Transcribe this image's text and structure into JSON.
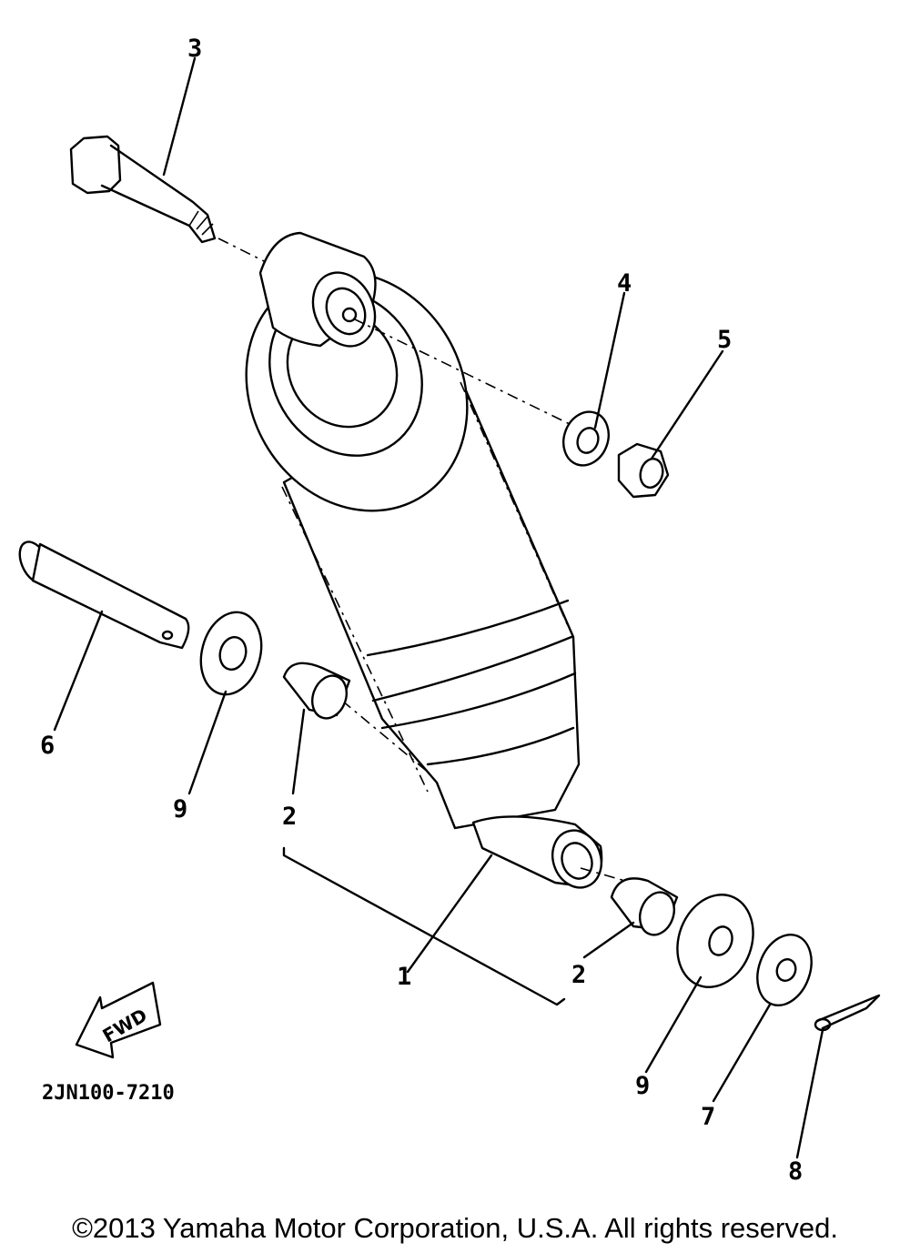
{
  "callouts": {
    "c1": "1",
    "c2a": "2",
    "c2b": "2",
    "c3": "3",
    "c4": "4",
    "c5": "5",
    "c6": "6",
    "c7": "7",
    "c8": "8",
    "c9a": "9",
    "c9b": "9"
  },
  "fwd_label": "FWD",
  "diagram_code": "2JN100-7210",
  "copyright": "©2013 Yamaha Motor Corporation, U.S.A. All rights reserved."
}
